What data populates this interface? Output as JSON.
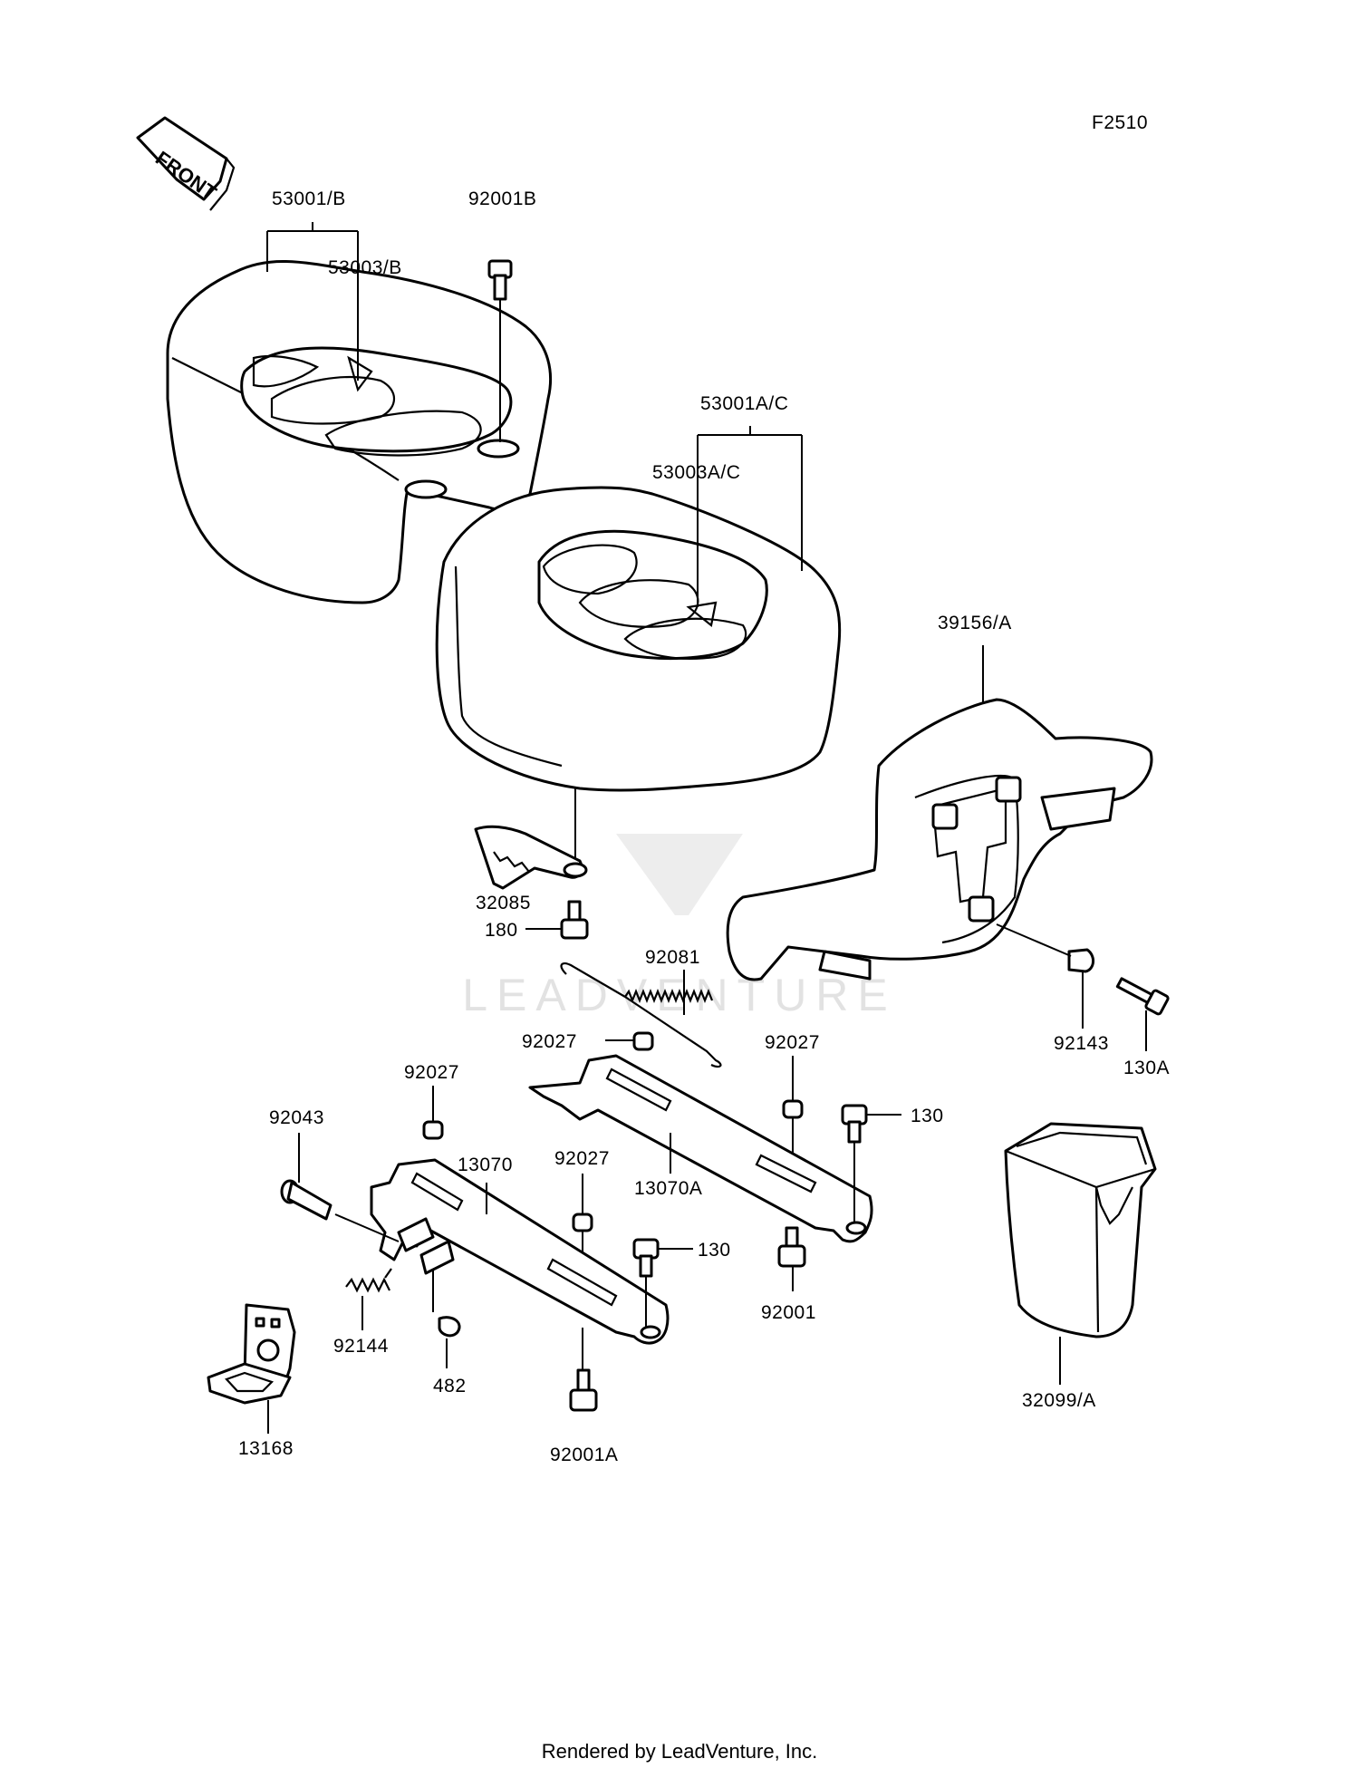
{
  "diagram": {
    "code": "F2510",
    "front_arrow": "FRONT",
    "watermark": "LEADVENTURE",
    "labels": {
      "seat_rear_assy": "53001/B",
      "seat_rear_cover": "53003/B",
      "bolt_92001B": "92001B",
      "seat_front_assy": "53001A/C",
      "seat_front_cover": "53003A/C",
      "backrest": "39156/A",
      "bracket_32085": "32085",
      "nut_180": "180",
      "spring_92081": "92081",
      "collar_a": "92027",
      "collar_b": "92027",
      "collar_c": "92027",
      "collar_d": "92027",
      "stopper_92143": "92143",
      "bolt_130A": "130A",
      "bolt_130_upper": "130",
      "bolt_130_lower": "130",
      "rail_13070A": "13070A",
      "rail_13070": "13070",
      "pin_92043": "92043",
      "bolt_92001": "92001",
      "bolt_92001A": "92001A",
      "spring_92144": "92144",
      "clip_482": "482",
      "bracket_13168": "13168",
      "box_32099": "32099/A"
    }
  },
  "footer": "Rendered by LeadVenture, Inc."
}
